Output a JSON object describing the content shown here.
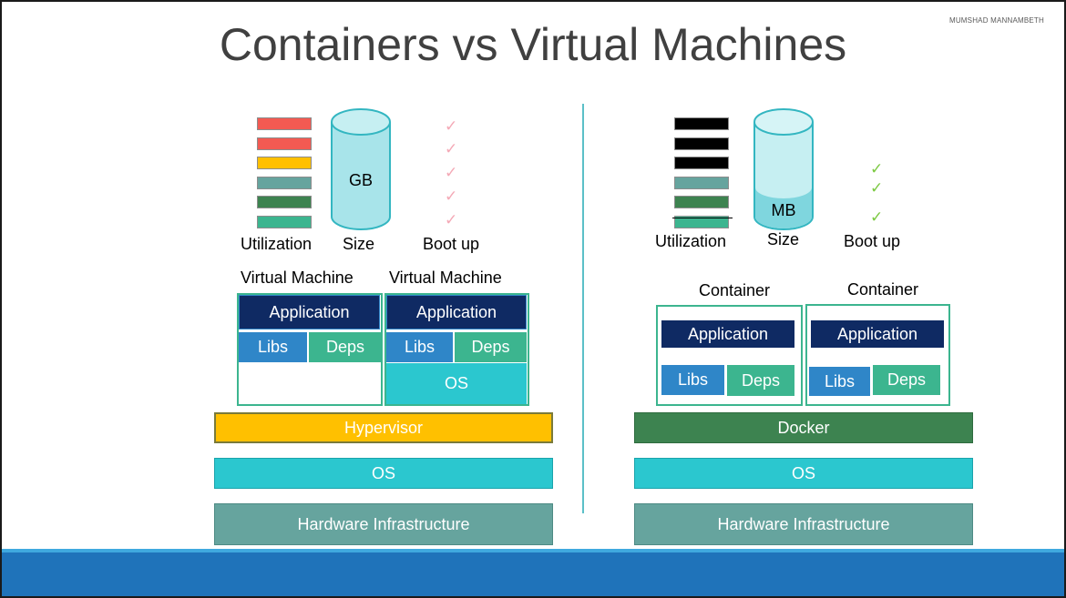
{
  "title": "Containers vs Virtual Machines",
  "author": "MUMSHAD MANNAMBETH",
  "colors": {
    "application": "#0f2a63",
    "libs": "#2f86c8",
    "deps": "#3cb58f",
    "os": "#2bc7cf",
    "hypervisor": "#ffc000",
    "docker": "#3d8350",
    "hardware": "#66a49e",
    "divider": "#5bc0c8",
    "footer": "#1f73ba",
    "check_vm": "#f4a9b6",
    "check_container": "#7cc942"
  },
  "vm_side": {
    "utilization_bars": [
      "#f35a52",
      "#f35a52",
      "#ffc000",
      "#66a49e",
      "#3d8350",
      "#3cb58f"
    ],
    "size_value": "GB",
    "metric_labels": {
      "utilization": "Utilization",
      "size": "Size",
      "bootup": "Boot up"
    },
    "boot_checks": [
      "✓",
      "✓",
      "✓",
      "✓",
      "✓"
    ],
    "machines": [
      {
        "label": "Virtual Machine",
        "app": "Application",
        "libs": "Libs",
        "deps": "Deps",
        "os": ""
      },
      {
        "label": "Virtual Machine",
        "app": "Application",
        "libs": "Libs",
        "deps": "Deps",
        "os": "OS"
      }
    ],
    "hypervisor": "Hypervisor",
    "os": "OS",
    "hardware": "Hardware Infrastructure"
  },
  "container_side": {
    "utilization_bars": [
      "#000000",
      "#000000",
      "#000000",
      "#66a49e",
      "#3d8350",
      "#3cb58f"
    ],
    "size_value": "MB",
    "metric_labels": {
      "utilization": "Utilization",
      "size": "Size",
      "bootup": "Boot up"
    },
    "boot_checks": [
      "✓",
      "✓",
      "✓"
    ],
    "containers": [
      {
        "label": "Container",
        "app": "Application",
        "libs": "Libs",
        "deps": "Deps"
      },
      {
        "label": "Container",
        "app": "Application",
        "libs": "Libs",
        "deps": "Deps"
      }
    ],
    "engine": "Docker",
    "os": "OS",
    "hardware": "Hardware Infrastructure"
  }
}
